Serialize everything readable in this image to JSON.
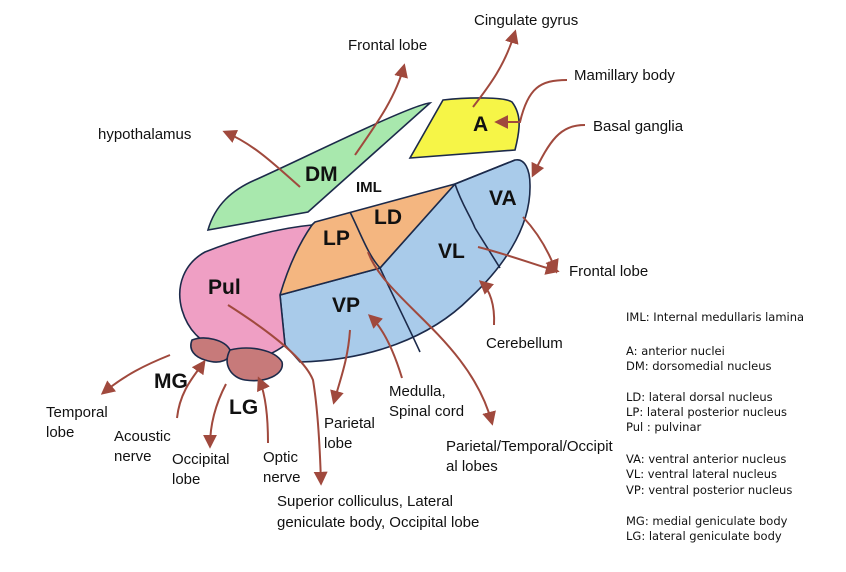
{
  "regions": {
    "a": "A",
    "dm": "DM",
    "iml": "IML",
    "va": "VA",
    "ld": "LD",
    "lp": "LP",
    "vl": "VL",
    "pul": "Pul",
    "vp": "VP",
    "mg": "MG",
    "lg": "LG"
  },
  "annotations": {
    "cingulate_gyrus": "Cingulate gyrus",
    "frontal_lobe_top": "Frontal lobe",
    "mamillary_body": "Mamillary body",
    "basal_ganglia": "Basal ganglia",
    "hypothalamus": "hypothalamus",
    "frontal_lobe_right": "Frontal lobe",
    "cerebellum": "Cerebellum",
    "temporal_lobe": [
      "Temporal",
      "lobe"
    ],
    "acoustic_nerve": [
      "Acoustic",
      "nerve"
    ],
    "occipital_lobe": [
      "Occipital",
      "lobe"
    ],
    "optic_nerve": [
      "Optic",
      "nerve"
    ],
    "parietal_lobe": [
      "Parietal",
      "lobe"
    ],
    "medulla_spinal_cord": [
      "Medulla,",
      "Spinal cord"
    ],
    "parietal_temporal_occipital": [
      "Parietal/Temporal/Occipit",
      "al lobes"
    ],
    "superior_colliculus": [
      "Superior colliculus, Lateral",
      "geniculate body, Occipital lobe"
    ]
  },
  "legend": [
    [
      "IML:  Internal medullaris lamina"
    ],
    [
      "A: anterior nuclei",
      "DM: dorsomedial nucleus"
    ],
    [
      "LD: lateral dorsal nucleus",
      "LP: lateral posterior nucleus",
      "Pul  :  pulvinar"
    ],
    [
      "VA: ventral anterior nucleus",
      "VL: ventral lateral nucleus",
      "VP: ventral posterior nucleus"
    ],
    [
      "MG: medial geniculate body",
      "LG: lateral geniculate body"
    ]
  ],
  "colors": {
    "A": "#f6f547",
    "DM": "#a8e8ad",
    "VA_VL_VP": "#a9cbea",
    "LD_LP": "#f4b680",
    "Pul": "#ef9fc4",
    "MG_LG": "#c77a7a",
    "arrow": "#a0493d",
    "outline": "#1c2a4a"
  }
}
